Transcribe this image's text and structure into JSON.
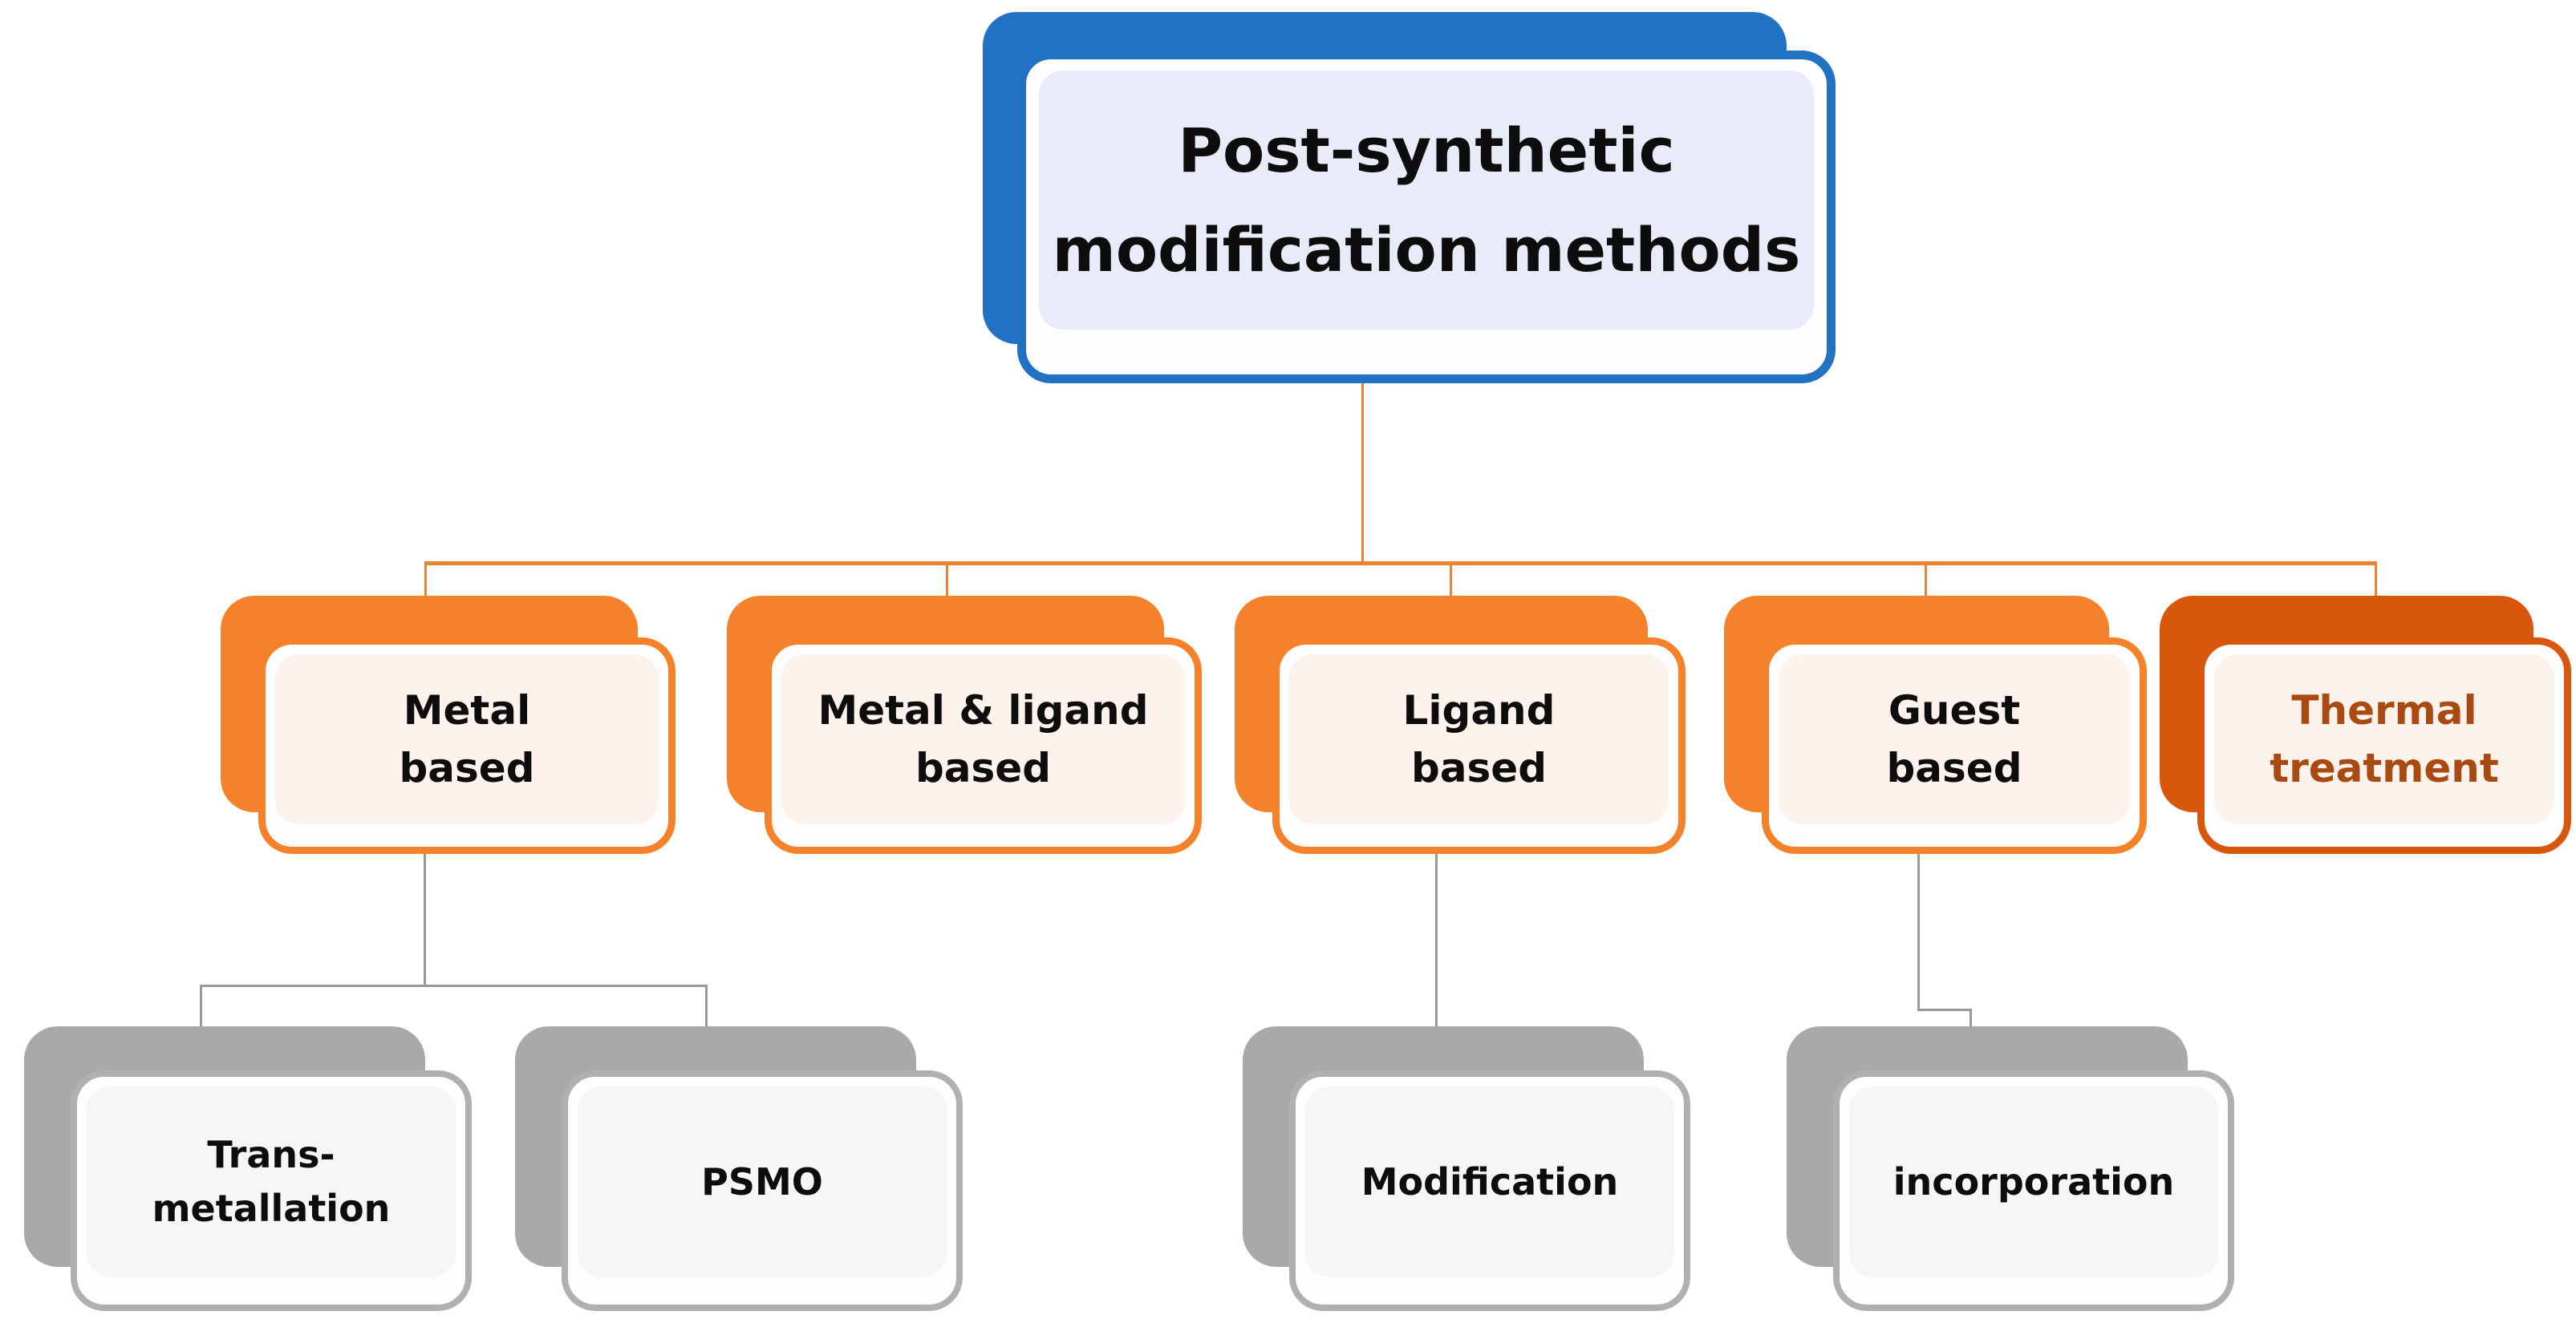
{
  "figure": {
    "type": "flowchart",
    "title": "Post-synthetic modification methods"
  },
  "root": {
    "label": "Post-synthetic\nmodification methods"
  },
  "level2": [
    {
      "label": "Metal\nbased"
    },
    {
      "label": "Metal & ligand\nbased"
    },
    {
      "label": "Ligand\nbased"
    },
    {
      "label": "Guest\nbased"
    },
    {
      "label": "Thermal\ntreatment"
    }
  ],
  "level3": [
    {
      "label": "Trans-\nmetallation",
      "parent": "Metal based"
    },
    {
      "label": "PSMO",
      "parent": "Metal based"
    },
    {
      "label": "Modification",
      "parent": "Ligand based"
    },
    {
      "label": "incorporation",
      "parent": "Guest based"
    }
  ],
  "colors": {
    "root_accent": "#2272c4",
    "root_fill": "#e8ecf8",
    "branch_accent": "#f5822a",
    "branch_fill": "#fdf2ec",
    "thermal_accent": "#d9560d",
    "thermal_text": "#a84a12",
    "leaf_accent": "#a9a9a9",
    "leaf_fill": "#f6f6f6",
    "connector_orange": "#f0812f",
    "connector_gray": "#999999"
  }
}
